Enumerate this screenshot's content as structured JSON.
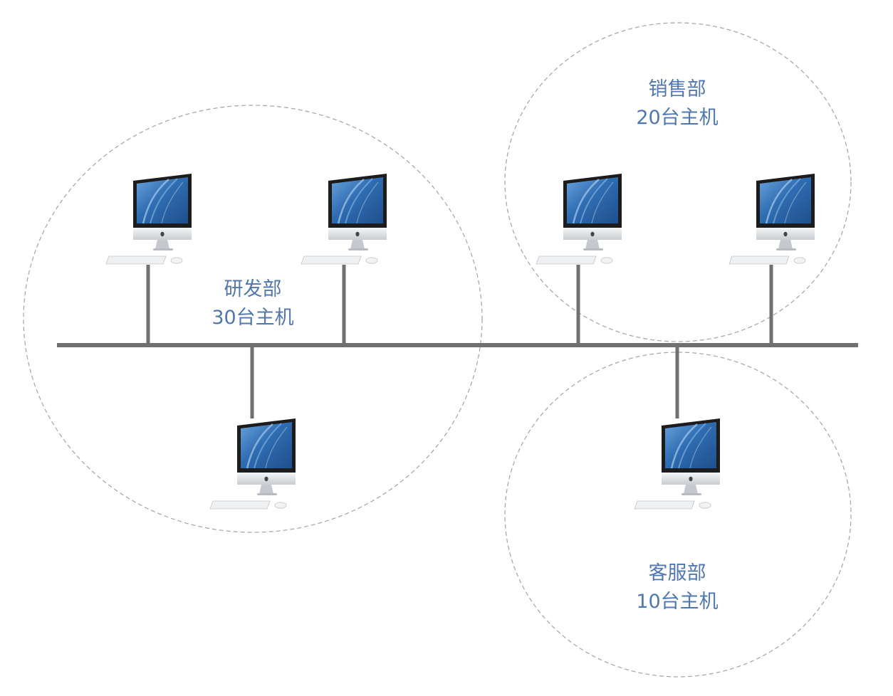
{
  "colors": {
    "background": "#ffffff",
    "bus_line": "#707070",
    "group_border": "#aaaaaa",
    "label_text": "#5077b0",
    "screen_blue": "#2f6db2",
    "bezel": "#1c1c1c",
    "aluminum": "#d9dcdf"
  },
  "icons": {
    "computer": "imac-desktop-computer-icon"
  },
  "departments": [
    {
      "id": "rd",
      "name": "研发部",
      "hosts": "30台主机"
    },
    {
      "id": "sales",
      "name": "销售部",
      "hosts": "20台主机"
    },
    {
      "id": "service",
      "name": "客服部",
      "hosts": "10台主机"
    }
  ]
}
